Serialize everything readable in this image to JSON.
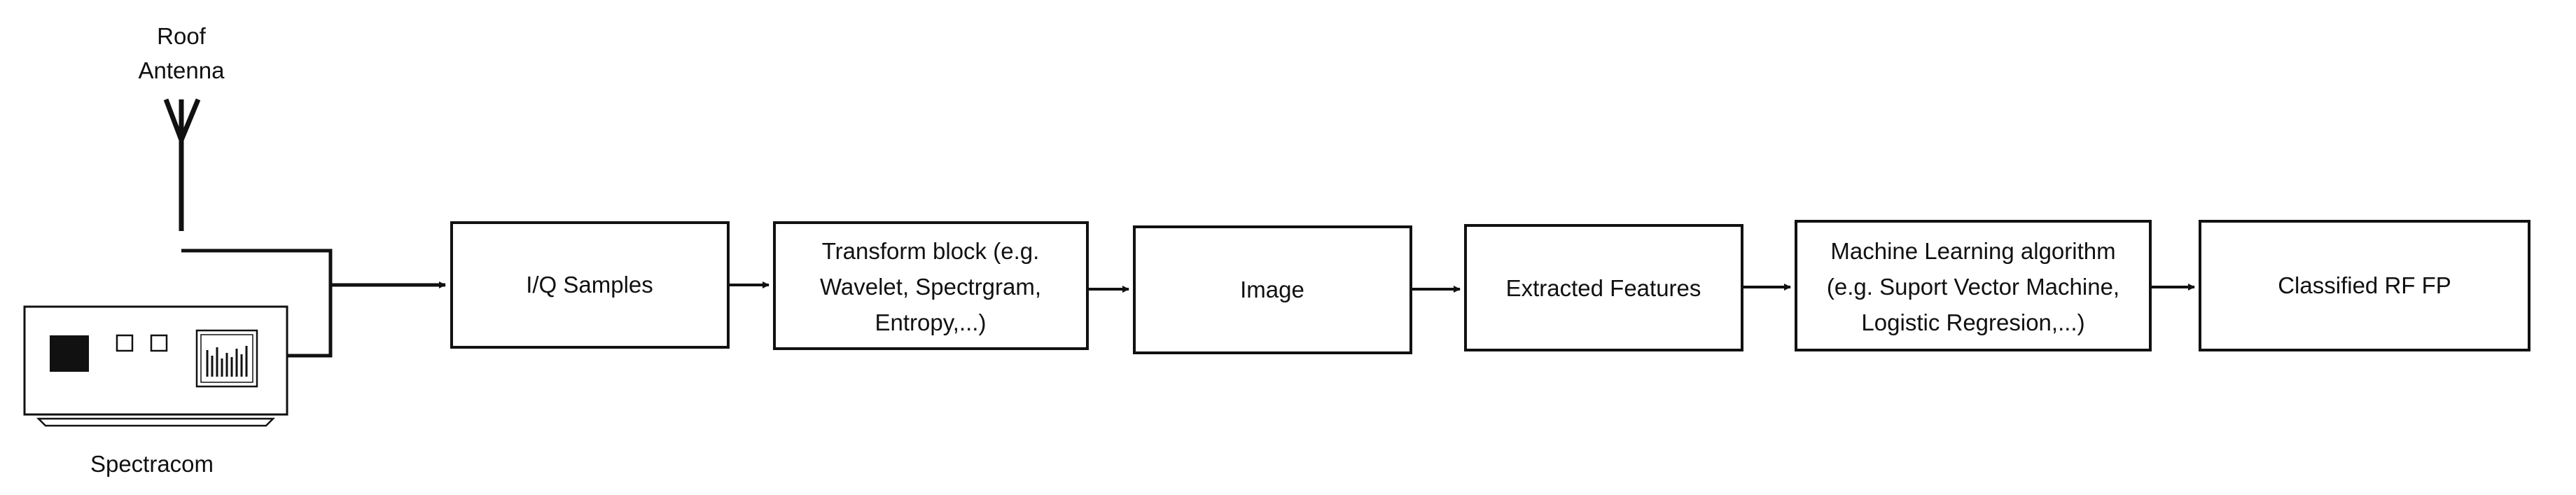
{
  "antenna": {
    "label_line1": "Roof",
    "label_line2": "Antenna"
  },
  "device": {
    "label": "Spectracom"
  },
  "blocks": [
    {
      "id": "iq-samples",
      "lines": [
        "I/Q Samples"
      ]
    },
    {
      "id": "transform-block",
      "lines": [
        "Transform block (e.g.",
        "Wavelet, Spectrgram,",
        "Entropy,...)"
      ]
    },
    {
      "id": "image",
      "lines": [
        "Image"
      ]
    },
    {
      "id": "extracted-features",
      "lines": [
        "Extracted Features"
      ]
    },
    {
      "id": "ml-algorithm",
      "lines": [
        "Machine Learning algorithm",
        "(e.g. Suport Vector Machine,",
        "Logistic Regresion,...)"
      ]
    },
    {
      "id": "classified-rf-fp",
      "lines": [
        "Classified RF FP"
      ]
    }
  ]
}
